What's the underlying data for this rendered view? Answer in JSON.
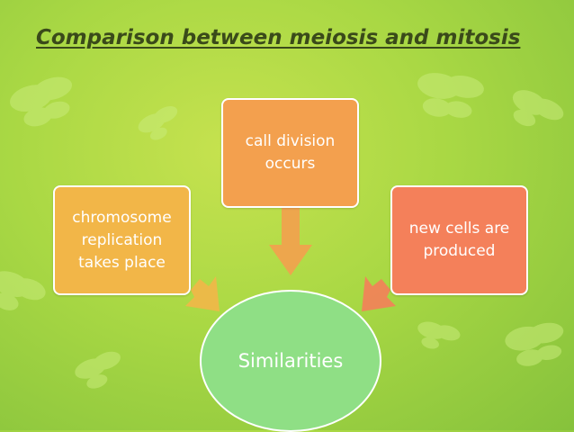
{
  "slide": {
    "title": "Comparison between meiosis and mitosis",
    "nodes": {
      "left": "chromosome replication takes place",
      "top": "call division occurs",
      "right": "new cells are produced",
      "center": "Similarities"
    },
    "colors": {
      "left_box": "#f2b648",
      "top_box": "#f3a04e",
      "right_box": "#f4805a",
      "center_circle": "#8fdf85",
      "title_text": "#3a4a1a",
      "background": "#a9d844"
    }
  }
}
